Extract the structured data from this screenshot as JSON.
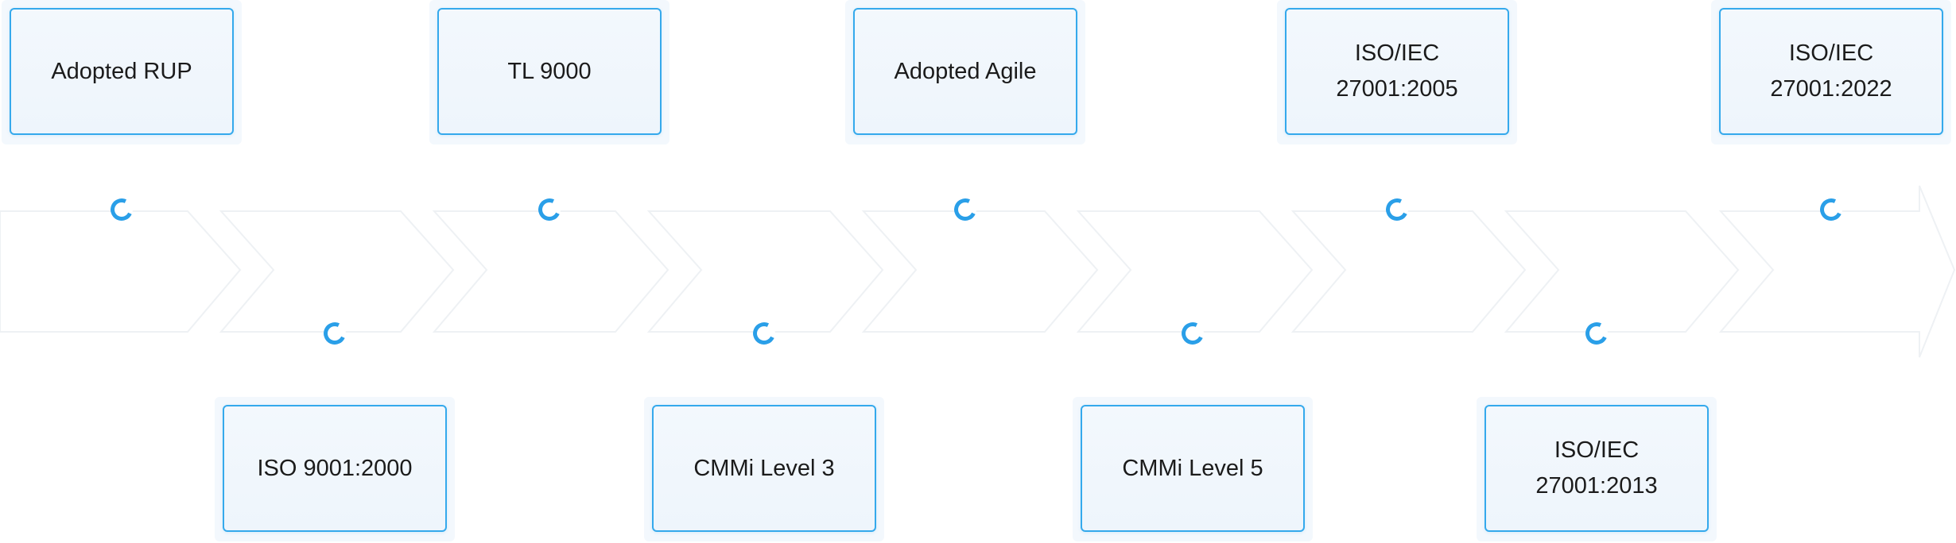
{
  "colors": {
    "accent": "#2a9fe8",
    "card_border": "#35a9ec",
    "card_bg": "#f3f8fd",
    "chevron_stroke": "#eef1f4",
    "text": "#1b1b1b"
  },
  "milestones": [
    {
      "label": "Adopted RUP",
      "position": "top"
    },
    {
      "label": "ISO 9001:2000",
      "position": "bottom"
    },
    {
      "label": "TL 9000",
      "position": "top"
    },
    {
      "label": "CMMi Level 3",
      "position": "bottom"
    },
    {
      "label": "Adopted Agile",
      "position": "top"
    },
    {
      "label": "CMMi Level 5",
      "position": "bottom"
    },
    {
      "label": "ISO/IEC\n27001:2005",
      "position": "top"
    },
    {
      "label": "ISO/IEC\n27001:2013",
      "position": "bottom"
    },
    {
      "label": "ISO/IEC\n27001:2022",
      "position": "top"
    }
  ]
}
